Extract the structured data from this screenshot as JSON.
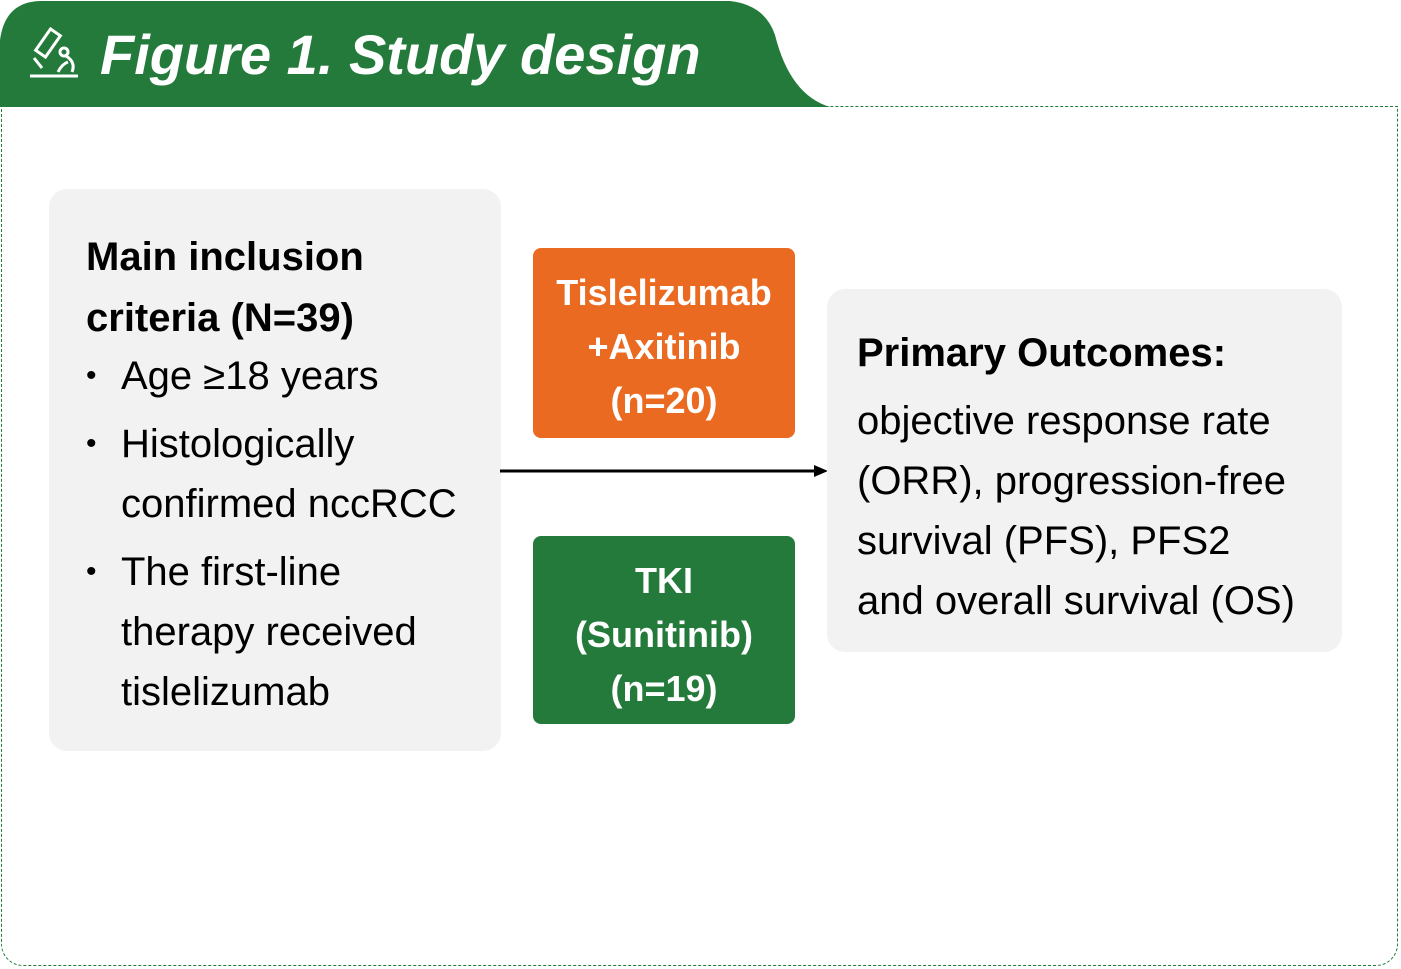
{
  "title": "Figure 1. Study design",
  "inclusion": {
    "heading_line1": "Main inclusion",
    "heading_line2": "criteria (N=39)",
    "items": [
      [
        "Age ≥18 years"
      ],
      [
        "Histologically",
        "confirmed nccRCC"
      ],
      [
        "The first-line",
        "therapy received",
        "tislelizumab"
      ]
    ]
  },
  "arms": [
    {
      "lines": [
        "Tislelizumab",
        "+Axitinib",
        "(n=20)"
      ],
      "color": "#eb6a22"
    },
    {
      "lines": [
        "TKI",
        "(Sunitinib)",
        "(n=19)"
      ],
      "color": "#237a3a"
    }
  ],
  "outcomes": {
    "heading": "Primary Outcomes:",
    "lines": [
      "objective response rate",
      "(ORR), progression-free",
      "survival (PFS), PFS2",
      "and overall survival (OS)"
    ]
  },
  "colors": {
    "green": "#237a3a",
    "orange": "#eb6a22",
    "panel": "#f2f2f2"
  }
}
